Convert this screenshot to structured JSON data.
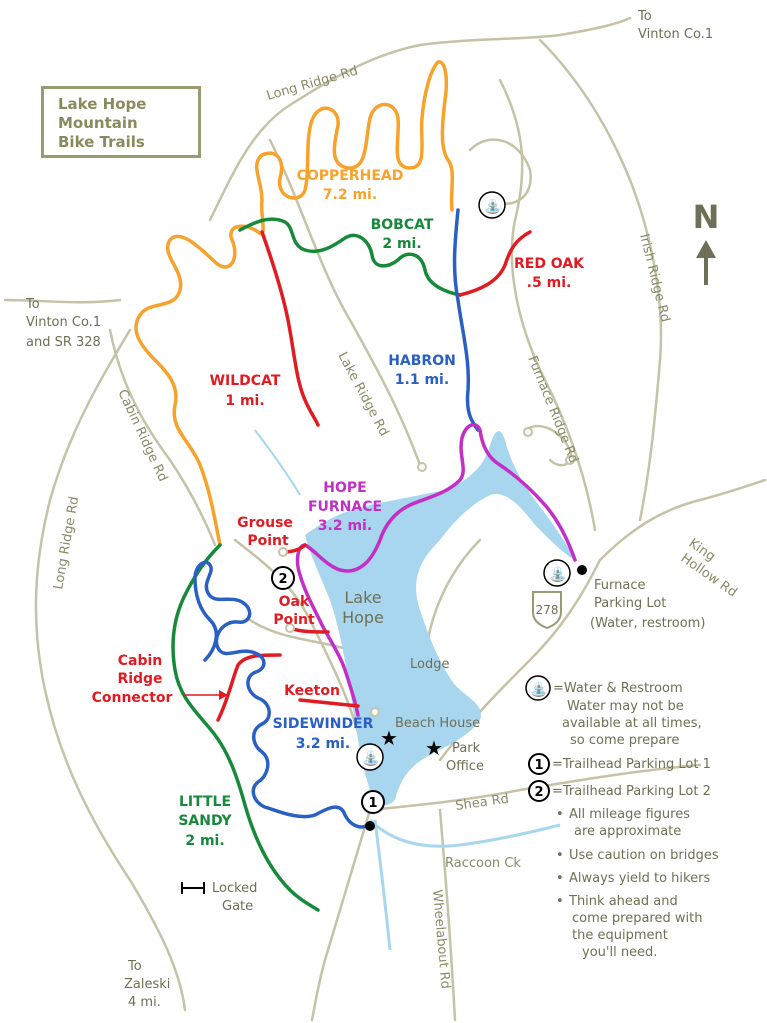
{
  "title": {
    "line1": "Lake Hope",
    "line2": "Mountain",
    "line3": "Bike Trails"
  },
  "colors": {
    "road": "#c6c2a6",
    "water": "#a8d6ee",
    "copperhead": "#f7a22a",
    "wildcat": "#e01b22",
    "red_oak": "#e01b22",
    "bobcat": "#17893a",
    "little_sandy": "#17893a",
    "habron": "#2a5fc4",
    "sidewinder": "#2a5fc4",
    "hope_furnace": "#c22fc7",
    "connector": "#e01b22",
    "text_muted": "#6f6f55"
  },
  "north": {
    "label": "N"
  },
  "roads": {
    "long_ridge_top": "Long Ridge Rd",
    "long_ridge_left": "Long Ridge Rd",
    "cabin_ridge": "Cabin Ridge Rd",
    "lake_ridge": "Lake Ridge Rd",
    "furnace_ridge": "Furnace Ridge Rd",
    "irish_ridge": "Irish Ridge Rd",
    "king_hollow_1": "King",
    "king_hollow_2": "Hollow Rd",
    "shea": "Shea Rd",
    "wheelabout": "Wheelabout Rd",
    "route": "278",
    "raccoon": "Raccoon Ck"
  },
  "destinations": {
    "top_right_1": "To",
    "top_right_2": "Vinton Co.1",
    "left_1": "To",
    "left_2": "Vinton Co.1",
    "left_3": "and SR 328",
    "bottom_1": "To",
    "bottom_2": "Zaleski",
    "bottom_3": "4 mi."
  },
  "trails": {
    "copperhead": {
      "name": "COPPERHEAD",
      "distance": "7.2 mi."
    },
    "bobcat": {
      "name": "BOBCAT",
      "distance": "2 mi."
    },
    "red_oak": {
      "name": "RED OAK",
      "distance": ".5 mi."
    },
    "habron": {
      "name": "HABRON",
      "distance": "1.1 mi."
    },
    "wildcat": {
      "name": "WILDCAT",
      "distance": "1 mi."
    },
    "hope_furnace": {
      "name1": "HOPE",
      "name2": "FURNACE",
      "distance": "3.2 mi."
    },
    "sidewinder": {
      "name": "SIDEWINDER",
      "distance": "3.2 mi."
    },
    "little_sandy": {
      "name1": "LITTLE",
      "name2": "SANDY",
      "distance": "2 mi."
    },
    "keeton": {
      "name": "Keeton"
    },
    "cabin_ridge_connector": {
      "name1": "Cabin",
      "name2": "Ridge",
      "name3": "Connector"
    }
  },
  "places": {
    "grouse_point_1": "Grouse",
    "grouse_point_2": "Point",
    "oak_point_1": "Oak",
    "oak_point_2": "Point",
    "lake_1": "Lake",
    "lake_2": "Hope",
    "lodge": "Lodge",
    "beach_house": "Beach House",
    "park_office_1": "Park",
    "park_office_2": "Office",
    "furnace_lot_1": "Furnace",
    "furnace_lot_2": "Parking Lot",
    "furnace_lot_3": "(Water, restroom)",
    "locked_gate_1": "Locked",
    "locked_gate_2": "Gate",
    "lot1_number": "1",
    "lot2_number": "2"
  },
  "legend": {
    "water_1": "=Water & Restroom",
    "water_2": "Water may not be",
    "water_3": "available at all times,",
    "water_4": "so come prepare",
    "lot1_num": "1",
    "lot1": "=Trailhead Parking Lot 1",
    "lot2_num": "2",
    "lot2": "=Trailhead Parking Lot 2",
    "note1_1": "All mileage figures",
    "note1_2": "are approximate",
    "note2": "Use caution on bridges",
    "note3": "Always yield to hikers",
    "note4_1": "Think ahead and",
    "note4_2": "come prepared with",
    "note4_3": "the equipment",
    "note4_4": "you'll need.",
    "bullet": "•"
  }
}
